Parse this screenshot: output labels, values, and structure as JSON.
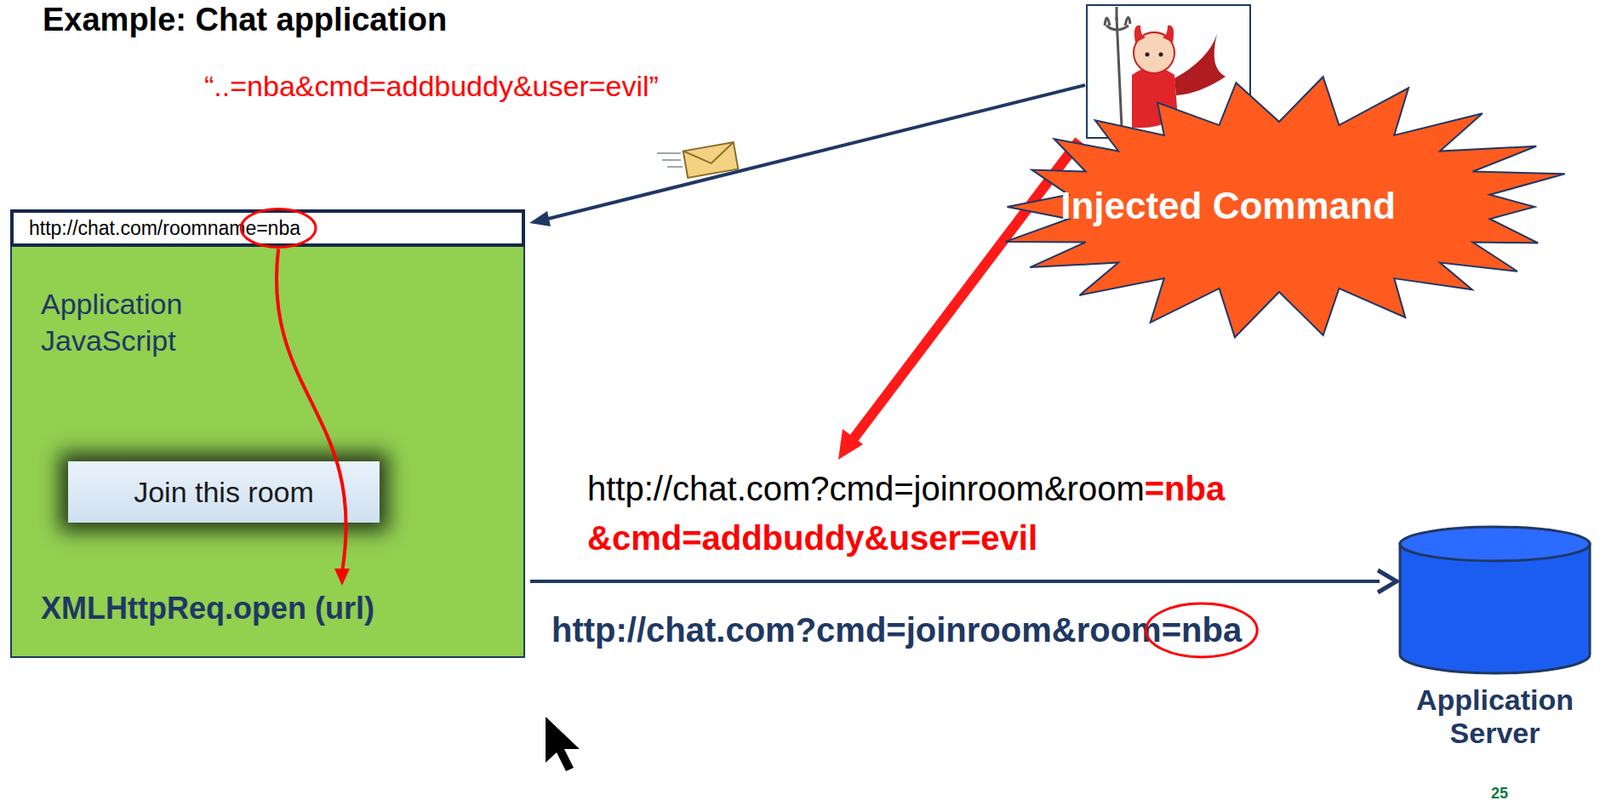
{
  "diagram": {
    "title": "Example: Chat application",
    "nodes": [
      {
        "text": [
          "Application JavaScript",
          "XMLHttpReq.open (url)"
        ]
      },
      {
        "text": [
          "http://chat.com/roomname",
          "=nba"
        ],
        "in": 0
      },
      {
        "text": [
          "Join this room"
        ],
        "in": 0
      },
      {
        "text": [
          "Injected Command"
        ]
      },
      {
        "text": [
          "Application Server"
        ]
      }
    ],
    "edges": [
      {
        "from": 0,
        "to": 4,
        "arrow": "to"
      }
    ],
    "labels": [
      "“..=nba&cmd=addbuddy&user=evil”",
      "http://chat.com?cmd=joinroom&room",
      "=nba",
      "&cmd=addbuddy&user=evil",
      "http://chat.com?cmd=joinroom&room",
      "=nba",
      "25"
    ]
  }
}
